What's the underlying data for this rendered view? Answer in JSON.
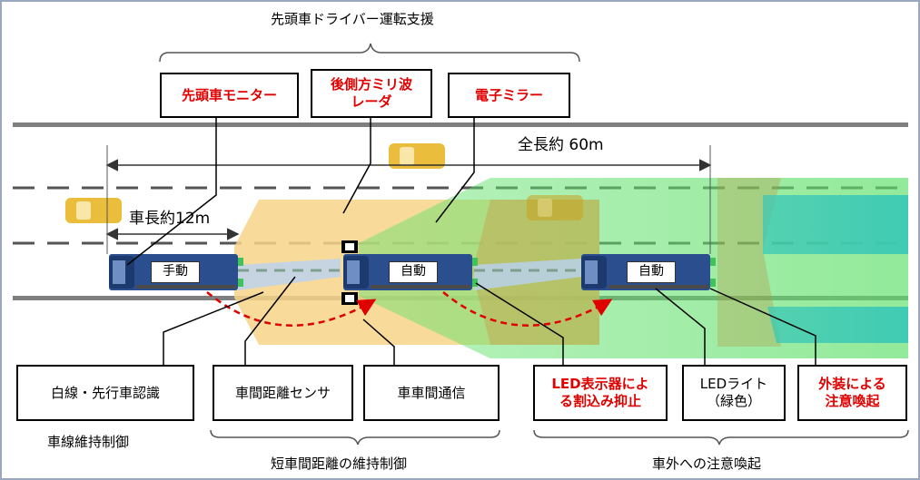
{
  "top_title": "先頭車ドライバー運転支援",
  "features": {
    "lead_monitor": "先頭車モニター",
    "rear_radar": "後側方ミリ波\nレーダ",
    "e_mirror": "電子ミラー"
  },
  "measurements": {
    "total_length": "全長約 60m",
    "truck_length": "車長約12m"
  },
  "trucks": [
    {
      "mode": "手動"
    },
    {
      "mode": "自動"
    },
    {
      "mode": "自動"
    }
  ],
  "bottom_boxes": {
    "lane_detect": "白線・先行車認識",
    "gap_sensor": "車間距離センサ",
    "v2v": "車車間通信",
    "led_display": "LED表示器によ\nる割込み抑止",
    "led_light": "LEDライト\n（緑色）",
    "exterior": "外装による\n注意喚起"
  },
  "group_labels": {
    "lane_keep": "車線維持制御",
    "short_gap": "短車間距離の維持制御",
    "attention": "車外への注意喚起"
  },
  "colors": {
    "feature_text": "#e00000",
    "zone_yellow": "#f7d58a",
    "zone_green": "#5fe06a",
    "zone_teal": "#3cc9b5",
    "comm_arrow": "#e00000",
    "truck_blue": "#2b4f8e"
  }
}
